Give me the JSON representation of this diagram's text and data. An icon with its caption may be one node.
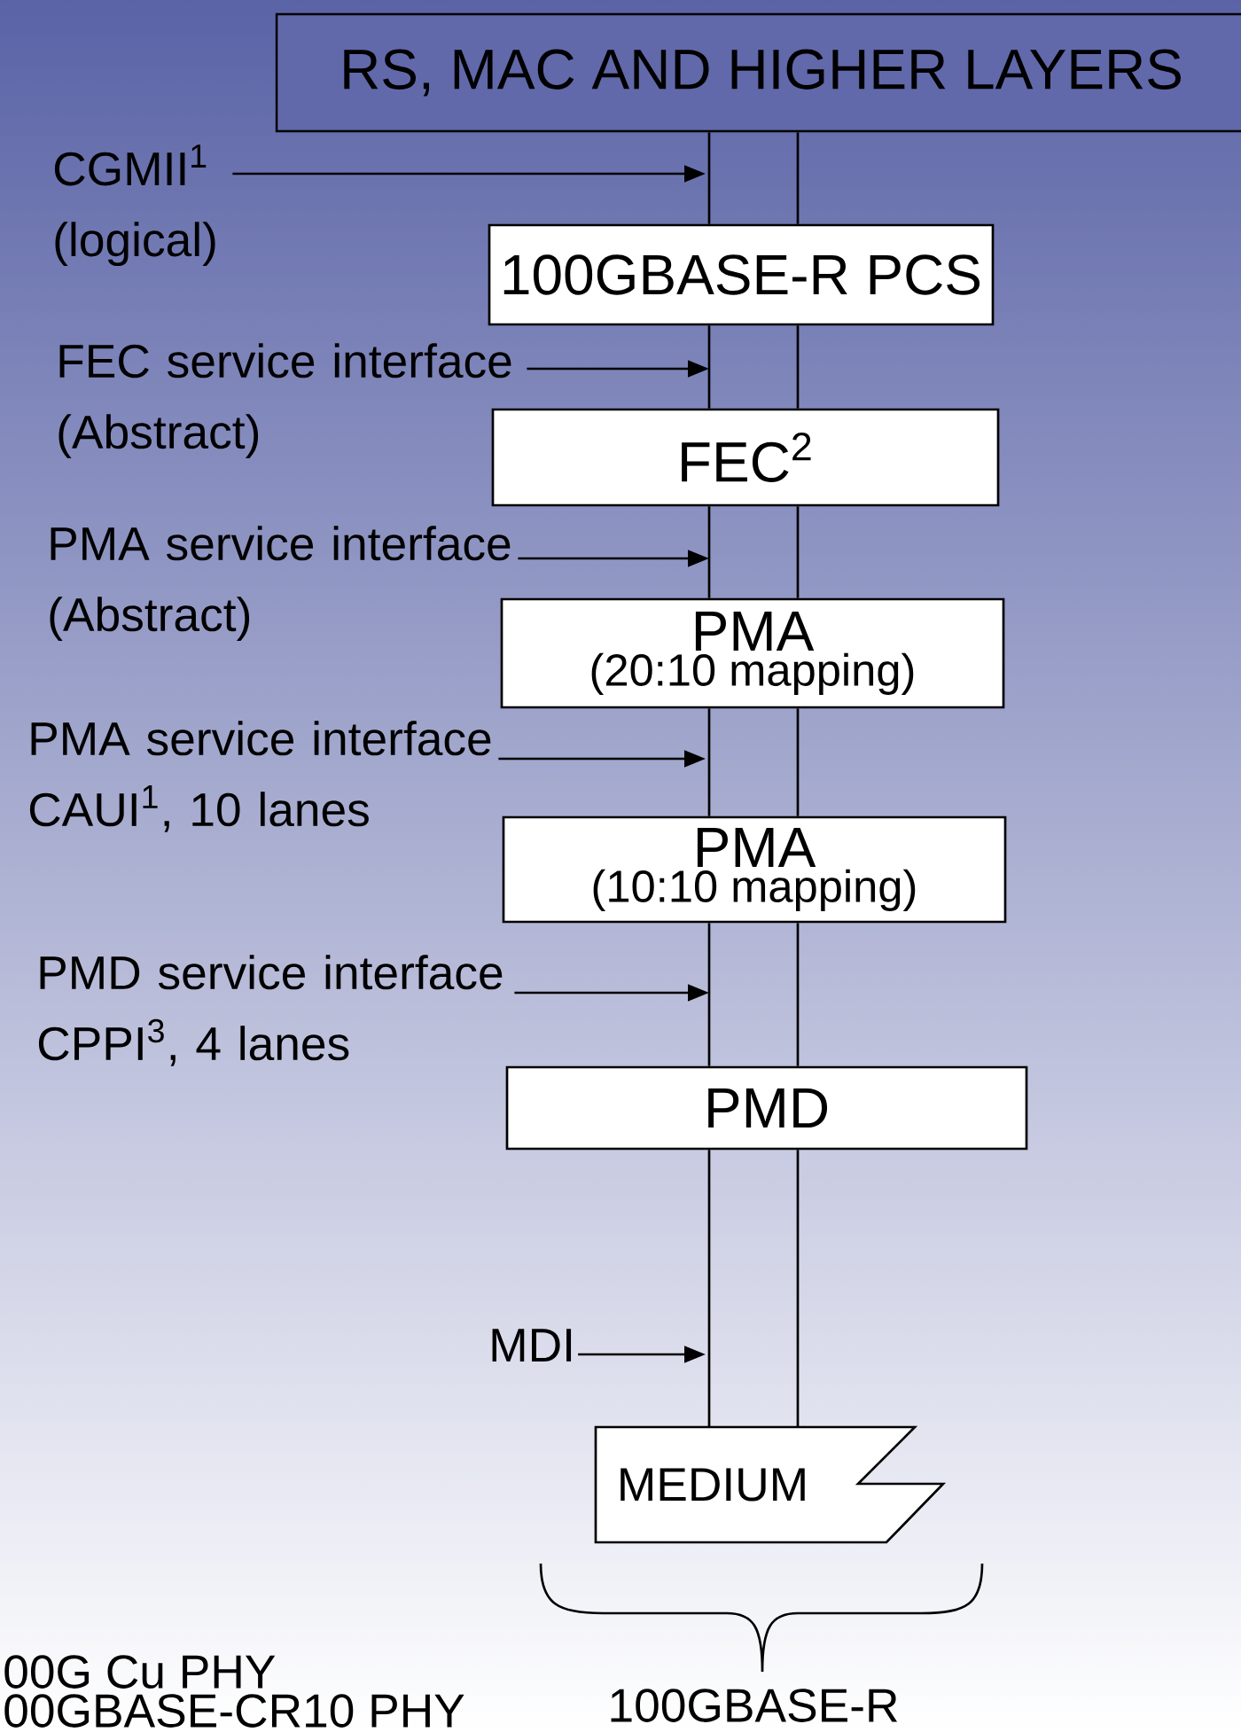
{
  "diagram": {
    "nodes": [
      {
        "text": [
          "RS, MAC AND HIGHER LAYERS"
        ]
      },
      {
        "text": [
          "100GBASE-R PCS"
        ]
      },
      {
        "text": [
          "FEC$^{2}$"
        ]
      },
      {
        "text": [
          "PMA",
          "(20:10 mapping)"
        ]
      },
      {
        "text": [
          "PMA",
          "(10:10 mapping)"
        ]
      },
      {
        "text": [
          "PMD"
        ]
      },
      {
        "text": [
          "MEDIUM"
        ]
      },
      {
        "text": [
          "CGMII$^{1}$ (logical)"
        ]
      },
      {
        "text": [
          "FEC service interface (Abstract)"
        ]
      },
      {
        "text": [
          "PMA service interface (Abstract)"
        ]
      },
      {
        "text": [
          "PMA service interface CAUI$^{1}$, 10 lanes"
        ]
      },
      {
        "text": [
          "PMD service interface CPPI$^{3}$, 4 lanes"
        ]
      },
      {
        "text": [
          "MDI"
        ]
      }
    ],
    "edges": [
      {
        "from": 0,
        "to": 1,
        "arrow": "none"
      },
      {
        "from": 0,
        "to": 1,
        "arrow": "none"
      },
      {
        "from": 1,
        "to": 2,
        "arrow": "none"
      },
      {
        "from": 1,
        "to": 2,
        "arrow": "none"
      },
      {
        "from": 2,
        "to": 3,
        "arrow": "none"
      },
      {
        "from": 2,
        "to": 3,
        "arrow": "none"
      },
      {
        "from": 3,
        "to": 4,
        "arrow": "none"
      },
      {
        "from": 3,
        "to": 4,
        "arrow": "none"
      },
      {
        "from": 4,
        "to": 5,
        "arrow": "none"
      },
      {
        "from": 4,
        "to": 5,
        "arrow": "none"
      },
      {
        "from": 5,
        "to": 6,
        "arrow": "none"
      },
      {
        "from": 5,
        "to": 6,
        "arrow": "none"
      },
      {
        "from": 7,
        "to": null,
        "arrow": "to"
      },
      {
        "from": 8,
        "to": null,
        "arrow": "to"
      },
      {
        "from": 9,
        "to": null,
        "arrow": "to"
      },
      {
        "from": 10,
        "to": null,
        "arrow": "to"
      },
      {
        "from": 11,
        "to": null,
        "arrow": "to"
      },
      {
        "from": 12,
        "to": null,
        "arrow": "to"
      }
    ],
    "labels": [
      "100GBASE-R",
      "00G Cu PHY",
      "00GBASE-CR10 PHY"
    ]
  }
}
